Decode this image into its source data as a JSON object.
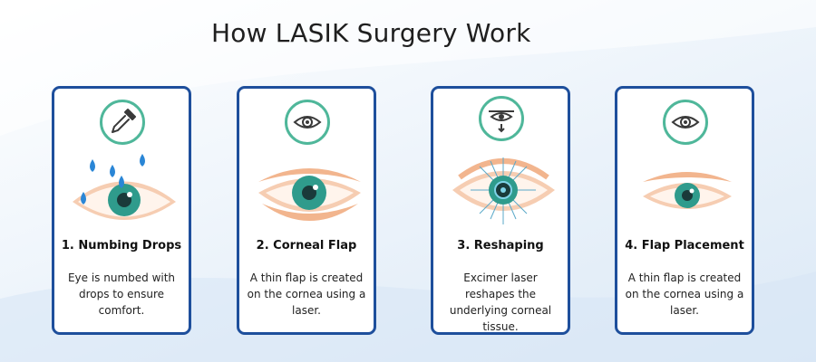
{
  "title": "How LASIK Surgery Work",
  "colors": {
    "card_border": "#1e4f9c",
    "icon_ring": "#4fb79a",
    "eye_skin": "#f2b58e",
    "iris": "#2f9b8c",
    "drop": "#2a86d6"
  },
  "steps": [
    {
      "title": "1. Numbing Drops",
      "description": "Eye is numbed with drops to ensure comfort.",
      "icon": "dropper-icon",
      "illustration": "eye-with-drops"
    },
    {
      "title": "2. Corneal Flap",
      "description": "A thin flap is created on the cornea using a laser.",
      "icon": "eye-icon",
      "illustration": "eye-flap"
    },
    {
      "title": "3. Reshaping",
      "description": "Excimer laser reshapes the underlying corneal tissue.",
      "icon": "laser-eye-icon",
      "illustration": "eye-laser-reshaping"
    },
    {
      "title": "4. Flap Placement",
      "description": "A thin flap is created on the cornea using a laser.",
      "icon": "eye-icon",
      "illustration": "eye-healed"
    }
  ]
}
